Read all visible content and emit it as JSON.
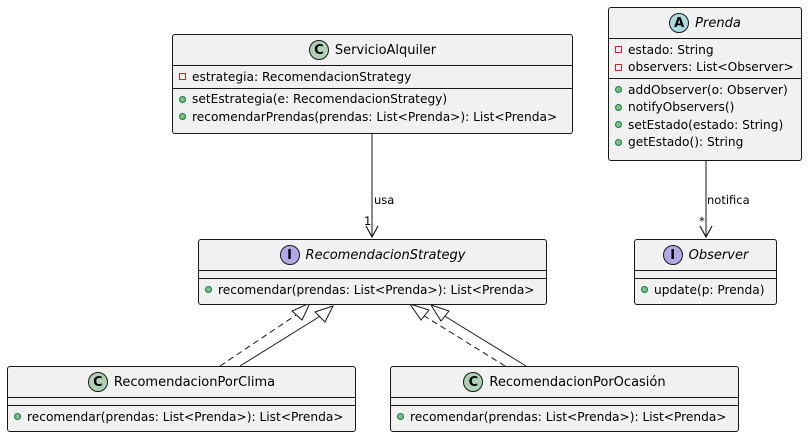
{
  "classes": {
    "servicio": {
      "name": "ServicioAlquiler",
      "stereotype": "C",
      "attributes": [
        "estrategia: RecomendacionStrategy"
      ],
      "methods": [
        "setEstrategia(e: RecomendacionStrategy)",
        "recomendarPrendas(prendas: List<Prenda>): List<Prenda>"
      ]
    },
    "prenda": {
      "name": "Prenda",
      "stereotype": "A",
      "attributes": [
        "estado: String",
        "observers: List<Observer>"
      ],
      "methods": [
        "addObserver(o: Observer)",
        "notifyObservers()",
        "setEstado(estado: String)",
        "getEstado(): String"
      ]
    },
    "strategy": {
      "name": "RecomendacionStrategy",
      "stereotype": "I",
      "methods": [
        "recomendar(prendas: List<Prenda>): List<Prenda>"
      ]
    },
    "observer": {
      "name": "Observer",
      "stereotype": "I",
      "methods": [
        "update(p: Prenda)"
      ]
    },
    "clima": {
      "name": "RecomendacionPorClima",
      "stereotype": "C",
      "methods": [
        "recomendar(prendas: List<Prenda>): List<Prenda>"
      ]
    },
    "ocasion": {
      "name": "RecomendacionPorOcasión",
      "stereotype": "C",
      "methods": [
        "recomendar(prendas: List<Prenda>): List<Prenda>"
      ]
    }
  },
  "relations": {
    "usa_label": "usa",
    "usa_multiplicity": "1",
    "notifica_label": "notifica",
    "notifica_multiplicity": "*"
  },
  "colors": {
    "class_fill": "#f1f1f1",
    "border": "#181818",
    "class_badge": "#add1b2",
    "interface_badge": "#b4a7e5",
    "abstract_badge": "#a9dcdf",
    "public_marker": "#84be84",
    "private_marker": "#c82930"
  }
}
